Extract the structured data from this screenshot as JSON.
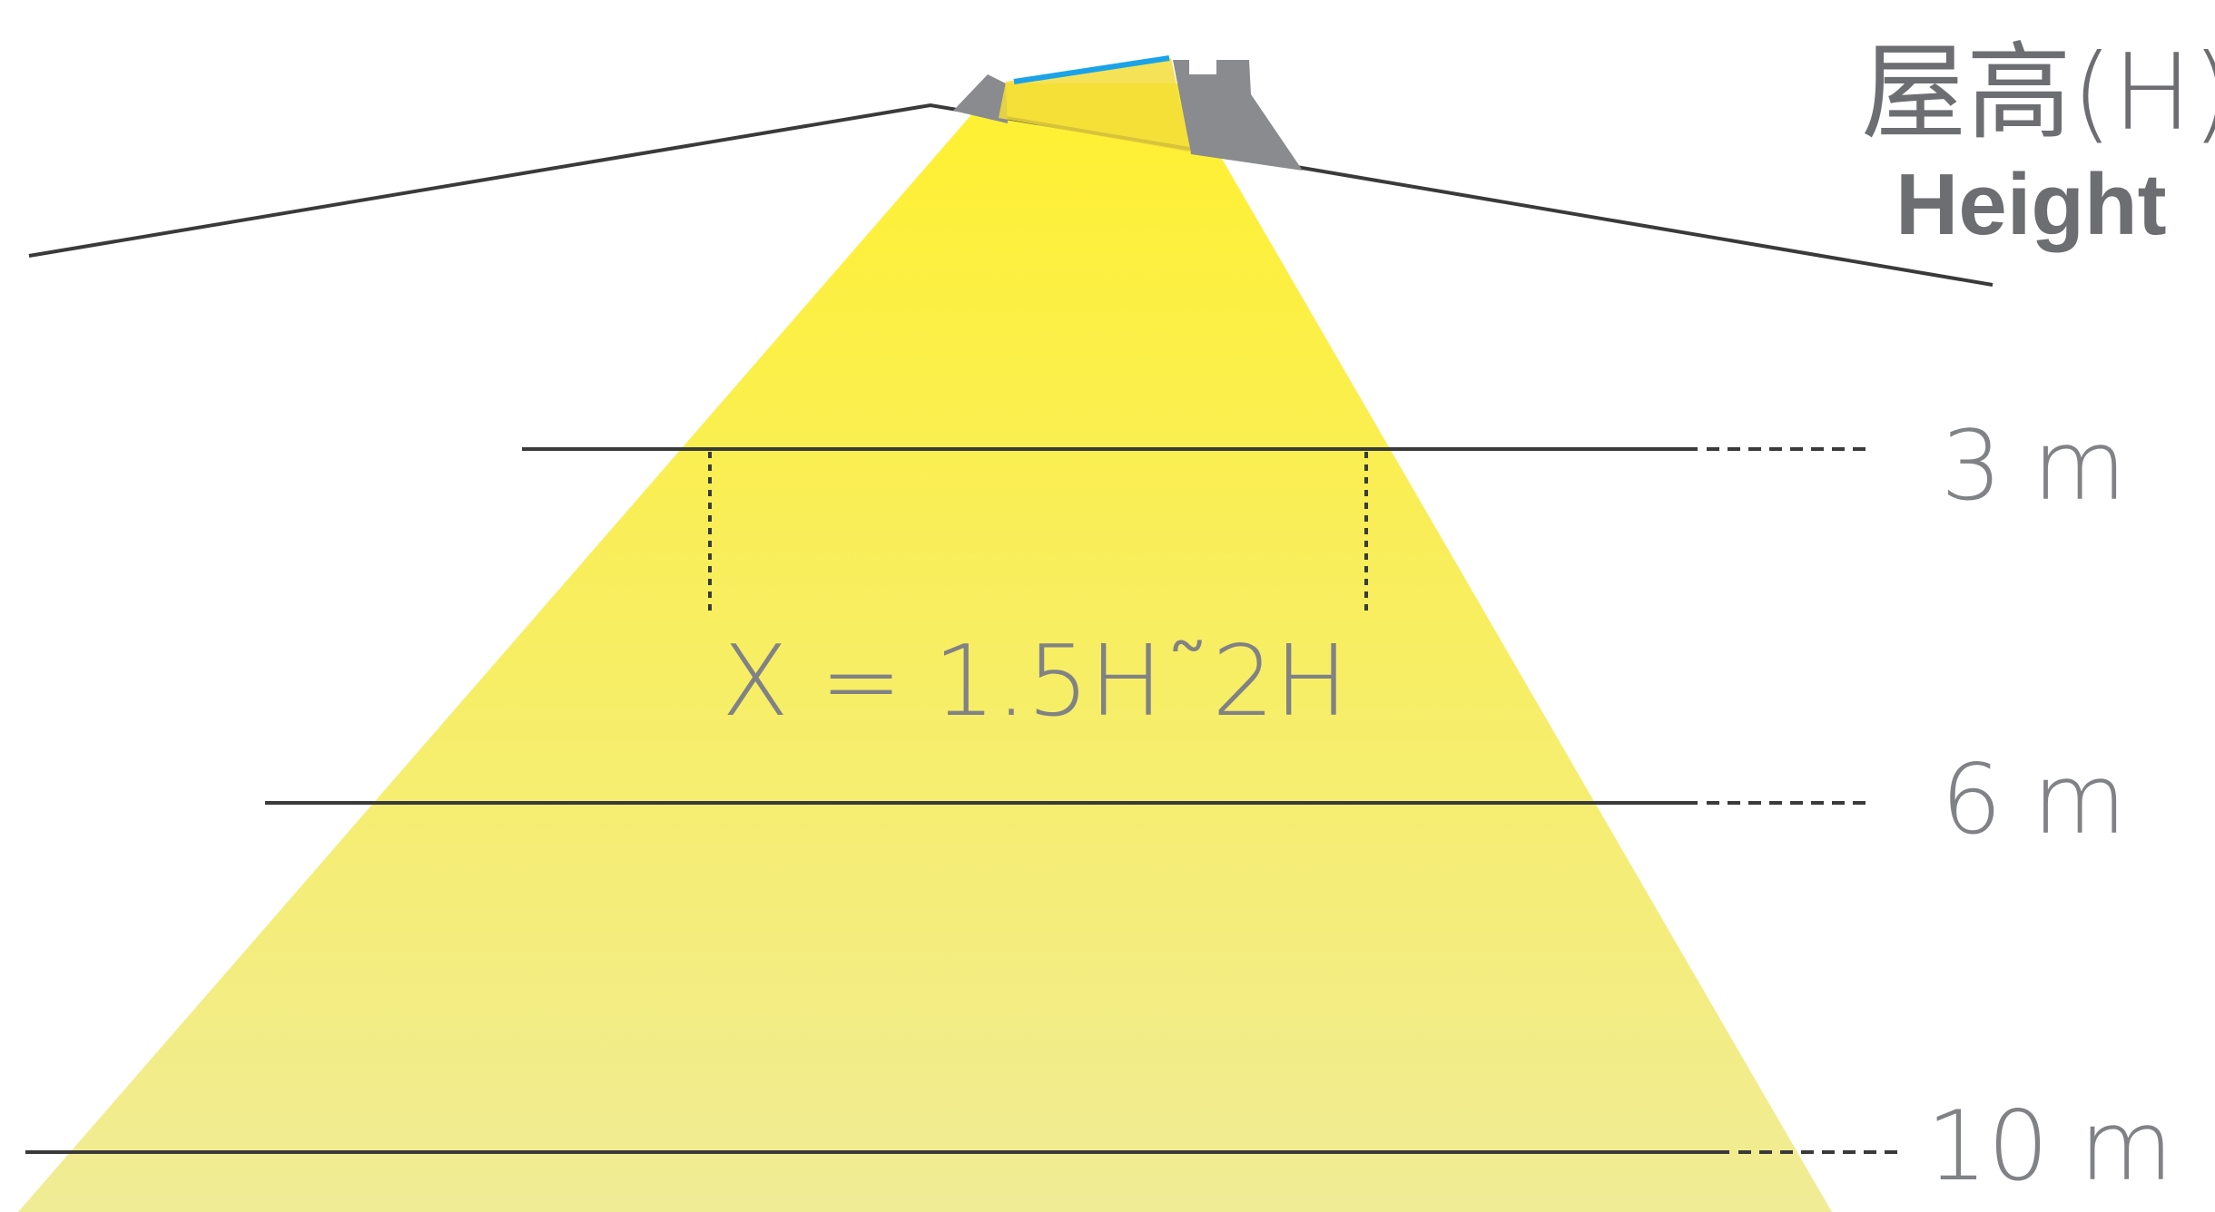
{
  "title": {
    "chinese": "屋高(H)",
    "english": "Height"
  },
  "formula": "X = 1.5H˜2H",
  "heights": [
    {
      "label": "3 m"
    },
    {
      "label": "6 m"
    },
    {
      "label": "10 m"
    }
  ],
  "colors": {
    "beam_top": "#fff030",
    "beam_bottom": "#f0ec96",
    "fixture_gray": "#8a8b8e",
    "lens_blue": "#1aa3e8",
    "line": "#3a3a3a",
    "text_gray": "#808285",
    "title_gray": "#6d6e71"
  }
}
